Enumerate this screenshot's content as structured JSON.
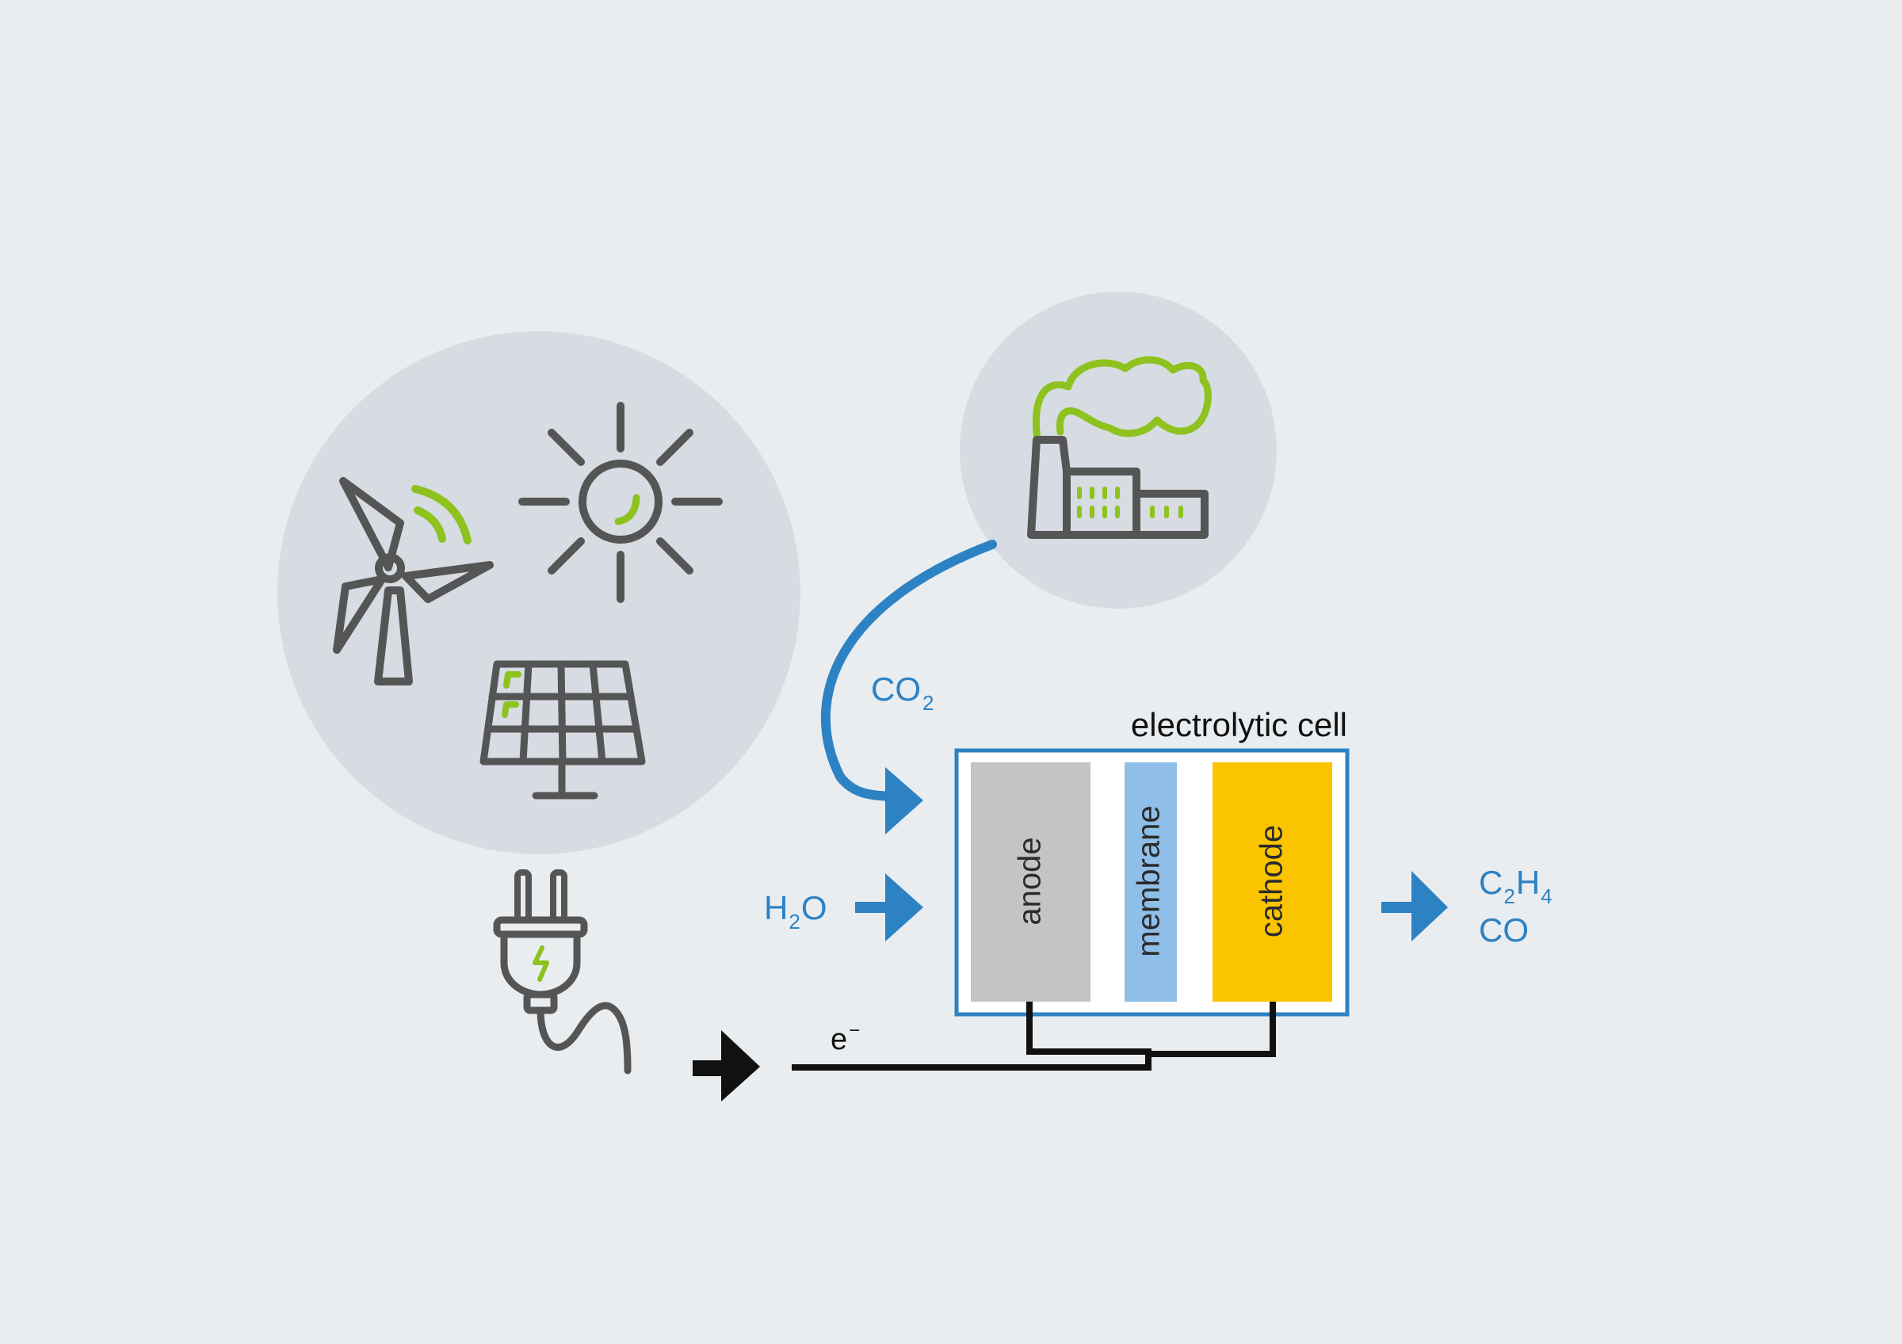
{
  "cell": {
    "title": "electrolytic cell",
    "anode_label": "anode",
    "membrane_label": "membrane",
    "cathode_label": "cathode"
  },
  "inputs": {
    "co2": {
      "main": "CO",
      "sub": "2"
    },
    "h2o": {
      "main_h": "H",
      "sub": "2",
      "main_o": "O"
    }
  },
  "outputs": {
    "c2h4": {
      "c": "C",
      "sub1": "2",
      "h": "H",
      "sub2": "4"
    },
    "co": "CO"
  },
  "electron": {
    "main": "e",
    "sup": "−"
  },
  "icons": [
    "wind-turbine-icon",
    "sun-icon",
    "solar-panel-icon",
    "factory-icon",
    "power-plug-icon"
  ],
  "colors": {
    "background": "#e9edf0",
    "circle": "#d6dce1",
    "icon_gray": "#555555",
    "accent_green": "#8dc21f",
    "blue": "#2d82c4",
    "anode": "#c4c4c4",
    "membrane": "#8fbee8",
    "cathode": "#fbc400",
    "wire": "#111111"
  }
}
